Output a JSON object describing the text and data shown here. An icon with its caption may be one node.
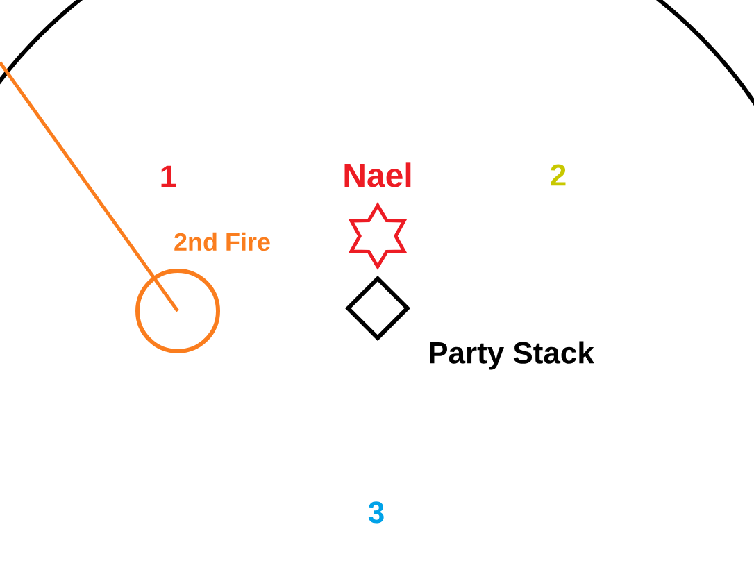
{
  "diagram": {
    "nodes": [
      {
        "text": [],
        "shape": "star",
        "beside": [
          "Nael"
        ]
      },
      {
        "text": [],
        "shape": "circle",
        "beside": [
          "2nd Fire"
        ]
      },
      {
        "text": [],
        "shape": "diamond",
        "beside": [
          "Party Stack"
        ]
      }
    ],
    "edges": [
      {
        "from": null,
        "to": 1,
        "arrow": "none",
        "color": "#fa7d1e"
      }
    ],
    "labels": [
      "1",
      "2",
      "3"
    ]
  }
}
